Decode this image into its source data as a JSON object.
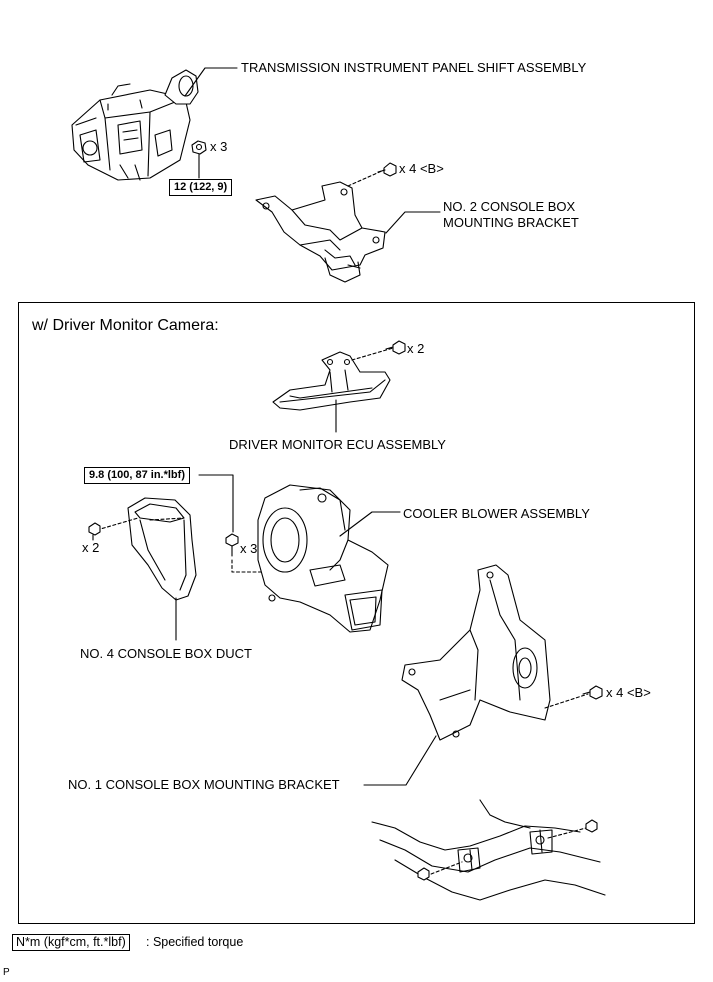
{
  "labels": {
    "shift_assembly": "TRANSMISSION INSTRUMENT PANEL SHIFT ASSEMBLY",
    "no2_bracket_line1": "NO. 2 CONSOLE BOX",
    "no2_bracket_line2": "MOUNTING BRACKET",
    "driver_monitor_ecu": "DRIVER MONITOR ECU ASSEMBLY",
    "cooler_blower": "COOLER BLOWER ASSEMBLY",
    "no4_duct": "NO. 4 CONSOLE BOX DUCT",
    "no1_bracket": "NO. 1 CONSOLE BOX MOUNTING BRACKET"
  },
  "quantities": {
    "shift_nut": "x 3",
    "no2_bolt": "x 4 <B>",
    "ecu_bolt": "x 2",
    "duct_screw": "x 2",
    "blower_screw": "x 3",
    "no1_bolt": "x 4 <B>"
  },
  "torques": {
    "shift_nut": "12 (122, 9)",
    "blower_screw": "9.8 (100, 87 in.*lbf)"
  },
  "section": {
    "title": "w/ Driver Monitor Camera:"
  },
  "legend": {
    "units": "N*m (kgf*cm, ft.*lbf)",
    "description": ": Specified torque"
  },
  "corner_mark": "P"
}
